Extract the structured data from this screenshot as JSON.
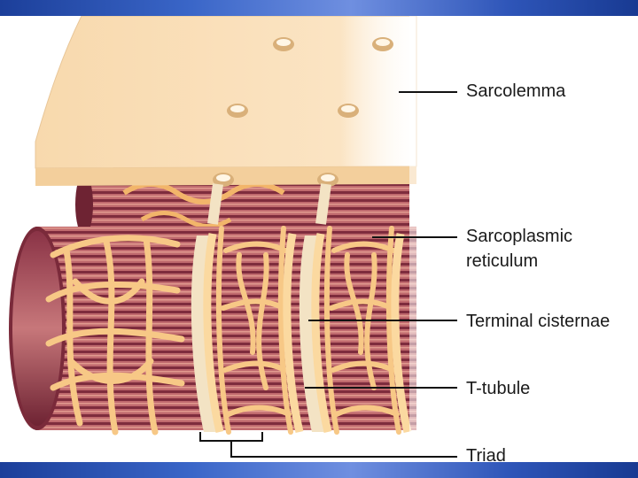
{
  "labels": {
    "sarcolemma": "Sarcolemma",
    "sarcoplasmic_reticulum_line1": "Sarcoplasmic",
    "sarcoplasmic_reticulum_line2": "reticulum",
    "terminal_cisternae": "Terminal cisternae",
    "t_tubule": "T-tubule",
    "triad": "Triad"
  },
  "colors": {
    "band": "#2e55b8",
    "membrane": "#fbe2bc",
    "reticulum": "#f7c886",
    "myofibril_dark": "#7a2a3a",
    "myofibril_light": "#c9787a"
  }
}
